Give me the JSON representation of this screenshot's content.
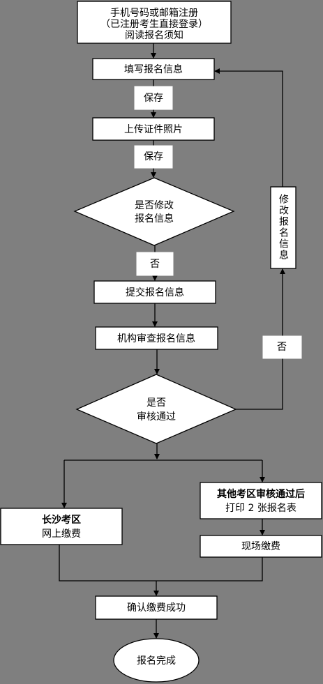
{
  "nodes": {
    "register_line1": "手机号码或邮箱注册",
    "register_line2": "（已注册考生直接登录）",
    "register_line3": "阅读报名须知",
    "fill_info": "填写报名信息",
    "save_label_1": "保存",
    "upload_photo": "上传证件照片",
    "save_label_2": "保存",
    "modify_q_line1": "是否修改",
    "modify_q_line2": "报名信息",
    "no_label_1": "否",
    "submit_info": "提交报名信息",
    "review_info": "机构审查报名信息",
    "pass_q_line1": "是否",
    "pass_q_line2": "审核通过",
    "no_label_2": "否",
    "modify_back": "修改报名信息",
    "changsha_line1": "长沙考区",
    "changsha_line2": "网上缴费",
    "other_line1": "其他考区审核通过后",
    "other_line2": "打印 2 张报名表",
    "onsite_payment": "现场缴费",
    "confirm_payment": "确认缴费成功",
    "done": "报名完成"
  },
  "colors": {
    "background": "#7f7f7f",
    "box_fill": "#ffffff",
    "line": "#000000"
  }
}
